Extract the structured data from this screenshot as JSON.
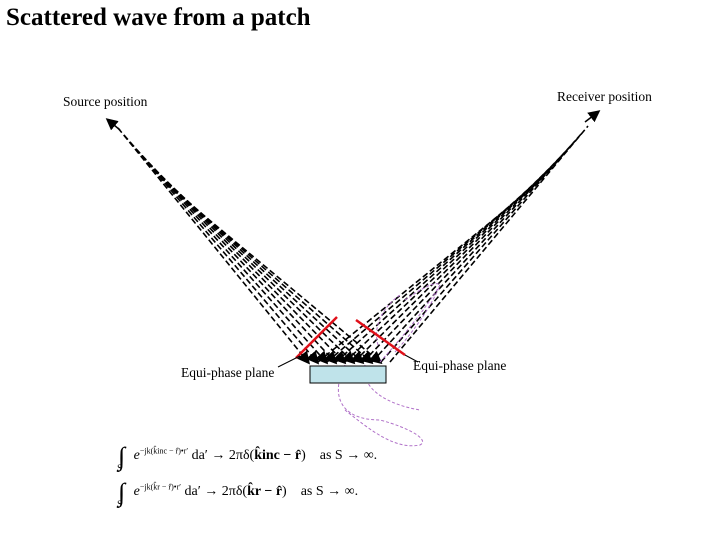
{
  "title": "Scattered wave from a patch",
  "labels": {
    "source": "Source position",
    "receiver": "Receiver position",
    "equi_phase_left": "Equi-phase plane",
    "equi_phase_right": "Equi-phase plane"
  },
  "equations": [
    {
      "integral": "∫",
      "domain": "S",
      "exponent": "−jk(k̂inc − r̂)•r′",
      "body": "da′ → 2πδ(",
      "vector": "k̂inc − r̂",
      "close": ")",
      "condition": "as S → ∞."
    },
    {
      "integral": "∫",
      "domain": "S",
      "exponent": "−jk(k̂r − r̂)•r′",
      "body": "da′ → 2πδ(",
      "vector": "k̂r − r̂",
      "close": ")",
      "condition": "as S → ∞."
    }
  ],
  "colors": {
    "rays": "#000000",
    "equi_phase_plane": "#e0101a",
    "patch": "#bfe3ea",
    "scatter_lobe": "#b070c8"
  },
  "icons": {
    "source": "arrowhead-icon",
    "receiver": "arrowhead-icon"
  }
}
